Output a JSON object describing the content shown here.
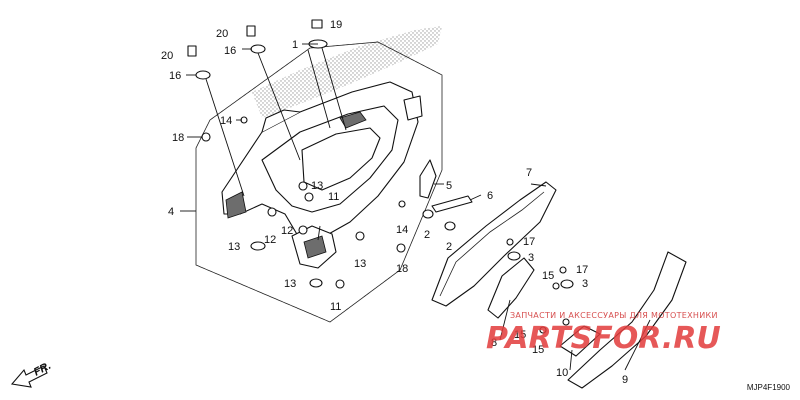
{
  "diagram": {
    "callouts": {
      "c1": "1",
      "c2a": "2",
      "c2b": "2",
      "c3a": "3",
      "c3b": "3",
      "c4": "4",
      "c5": "5",
      "c6": "6",
      "c7": "7",
      "c8": "8",
      "c9": "9",
      "c10": "10",
      "c11a": "11",
      "c11b": "11",
      "c12a": "12",
      "c12b": "12",
      "c13a": "13",
      "c13b": "13",
      "c13c": "13",
      "c13d": "13",
      "c14a": "14",
      "c14b": "14",
      "c15a": "15",
      "c15b": "15",
      "c15c": "15",
      "c16a": "16",
      "c16b": "16",
      "c17a": "17",
      "c17b": "17",
      "c18a": "18",
      "c18b": "18",
      "c19": "19",
      "c20a": "20",
      "c20b": "20"
    },
    "front_indicator": "FR.",
    "reference_code": "MJP4F1900"
  },
  "watermark": {
    "logo_text": "PARTSFOR.RU",
    "tagline": "ЗАПЧАСТИ И АКСЕССУАРЫ ДЛЯ МОТОТЕХНИКИ",
    "logo_color": "#e23c3c",
    "tagline_color": "#d03030"
  },
  "colors": {
    "line": "#111111",
    "shade": "#6d6d6d",
    "stipple": "#9a9a9a"
  }
}
